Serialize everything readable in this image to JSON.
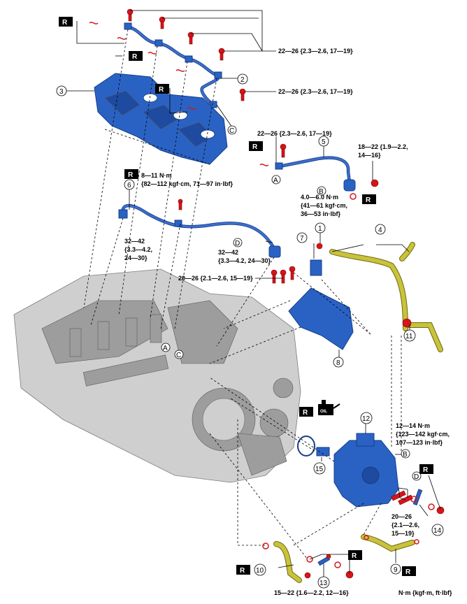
{
  "replace_mark": "R",
  "oil_mark": "OIL",
  "torque_specs": {
    "t_top_right": "22—26 {2.3—2.6, 17—19}",
    "t_mid_right": "22—26 {2.3—2.6, 17—19}",
    "t_pipe5_left": "22—26 {2.3—2.6, 17—19}",
    "t_pipe5_right_1": "18—22 {1.9—2.2,",
    "t_pipe5_right_2": "14—16}",
    "t_pipe5_lower_1": "4.0—6.0 N·m",
    "t_pipe5_lower_2": "{41—61 kgf·cm,",
    "t_pipe5_lower_3": "36—53 in·lbf}",
    "t_pipe6_top_1": "8—11 N·m",
    "t_pipe6_top_2": "{82—112 kgf·cm, 71—97 in·lbf}",
    "t_pipe6_left_1": "32—42",
    "t_pipe6_left_2": "{3.3—4.2,",
    "t_pipe6_left_3": "24—30}",
    "t_pipe6_right_1": "32—42",
    "t_pipe6_right_2": "{3.3—4.2, 24—30}",
    "t_bracket": "20—26 {2.1—2.6, 15—19}",
    "t_pump_1": "12—14 N·m",
    "t_pump_2": "{123—142 kgf·cm,",
    "t_pump_3": "107—123 in·lbf}",
    "t_pump_bolts_1": "20—26",
    "t_pump_bolts_2": "{2.1—2.6,",
    "t_pump_bolts_3": "15—19}",
    "t_bottom": "15—22 {1.6—2.2, 12—16}"
  },
  "units_note": "N·m {kgf·m, ft·lbf}",
  "callouts": {
    "c1": "1",
    "c2": "2",
    "c3": "3",
    "c4": "4",
    "c5": "5",
    "c6": "6",
    "c7": "7",
    "c8": "8",
    "c9": "9",
    "c10": "10",
    "c11": "11",
    "c12": "12",
    "c13": "13",
    "c14": "14",
    "c15": "15"
  },
  "letters": {
    "A": "A",
    "B": "B",
    "C": "C",
    "D": "D"
  },
  "colors": {
    "part_blue": "#2a62c4",
    "bolt_red": "#d7141a",
    "pipe_yellow": "#c9c23b",
    "engine_gray": "#cfcfcf"
  }
}
